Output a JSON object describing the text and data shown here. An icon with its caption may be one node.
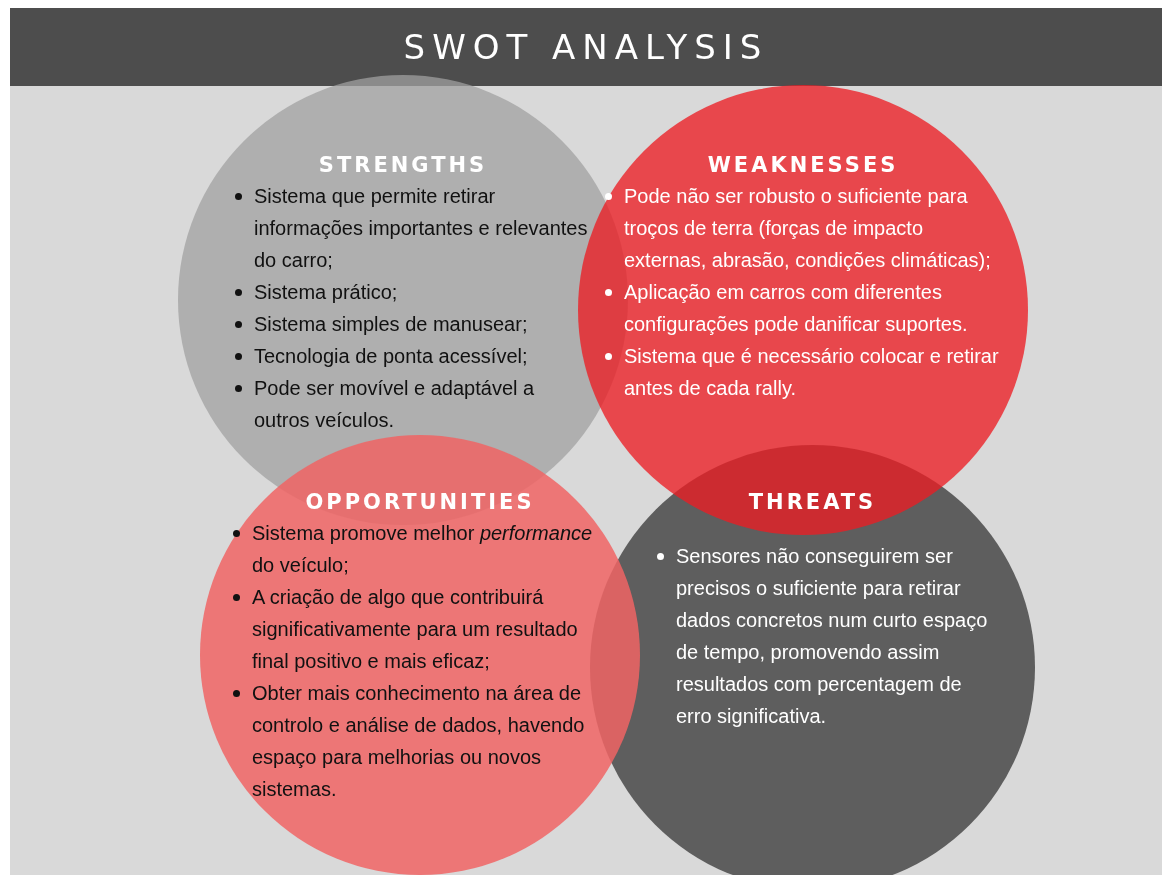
{
  "diagram": {
    "title": "SWOT ANALYSIS",
    "nodes": [
      {
        "text": [
          "STRENGTHS",
          "Sistema que permite retirar informações importantes e relevantes do carro;",
          "Sistema prático;",
          "Sistema simples de manusear;",
          "Tecnologia de ponta acessível;",
          "Pode ser movível e adaptável a outros veículos."
        ]
      },
      {
        "text": [
          "WEAKNESSES",
          "Pode não ser robusto o suficiente para troços de terra (forças de impacto externas, abrasão, condições climáticas);",
          "Aplicação em carros com diferentes configurações pode danificar suportes.",
          "Sistema que é necessário colocar e retirar antes de cada rally."
        ]
      },
      {
        "text": [
          "OPPORTUNITIES",
          "Sistema promove melhor *performance* do veículo;",
          "A criação de algo que contribuirá significativamente para um resultado final positivo e mais eficaz;",
          "Obter mais conhecimento na área de controlo e análise de dados, havendo espaço para melhorias ou novos sistemas."
        ]
      },
      {
        "text": [
          "THREATS",
          "Sensores não conseguirem ser precisos o suficiente para retirar dados concretos num curto espaço de tempo, promovendo assim resultados com percentagem de erro significativa."
        ]
      }
    ],
    "edges": []
  }
}
